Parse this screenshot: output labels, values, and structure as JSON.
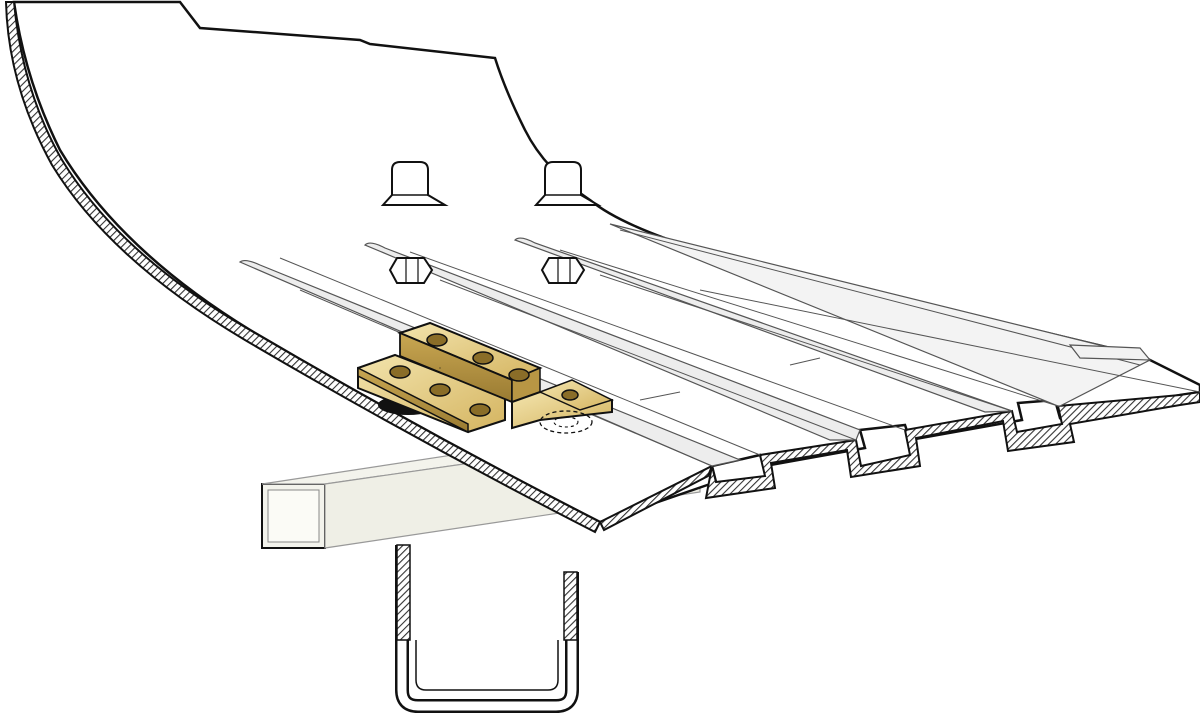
{
  "diagram": {
    "kind": "exploded mounting illustration",
    "components": [
      {
        "id": "corrugated-panel",
        "icon": "corrugated-panel-icon"
      },
      {
        "id": "mounting-bracket",
        "icon": "bracket-icon",
        "hole_count": 8
      },
      {
        "id": "cap-screw",
        "icon": "cap-screw-icon",
        "count": 2
      },
      {
        "id": "hex-nut",
        "icon": "hex-nut-icon",
        "count": 2
      },
      {
        "id": "rectangular-tube",
        "icon": "rectangular-tube-icon"
      },
      {
        "id": "u-bolt",
        "icon": "u-bolt-icon"
      }
    ]
  },
  "colors": {
    "outline": "#111111",
    "panel_fill": "#ffffff",
    "groove_fill": "#ececec",
    "bracket_fill": "#dcc27a",
    "bracket_dark": "#a88a3c",
    "bracket_light": "#f1e1a6",
    "tube_fill": "#f3f3ec",
    "hatch": "#444444"
  }
}
